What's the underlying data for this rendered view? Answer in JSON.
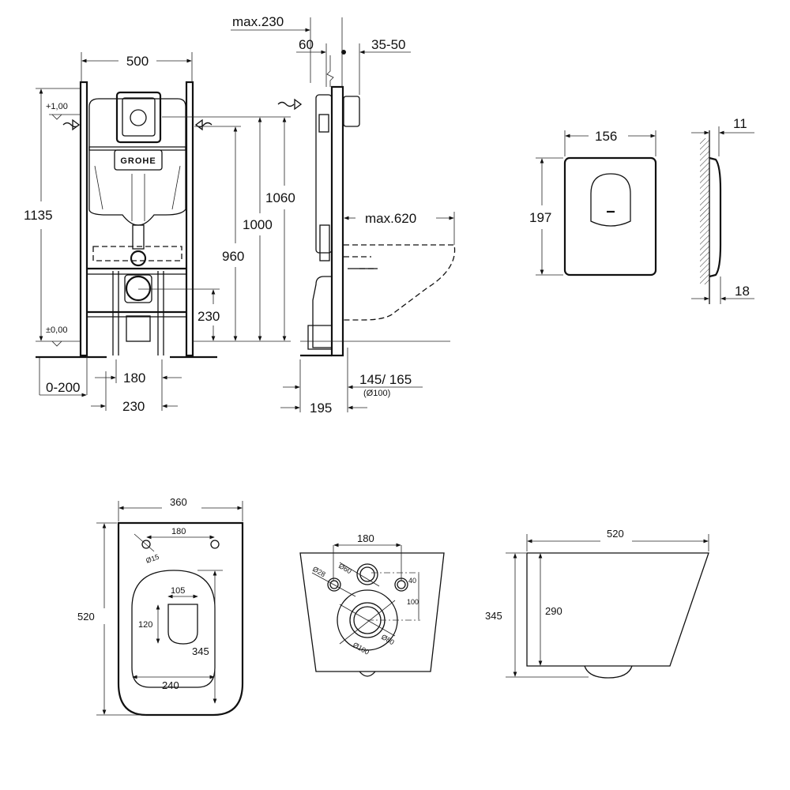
{
  "front_view": {
    "width": "500",
    "height": "1135",
    "level_top": "+1,00",
    "level_floor": "±0,00",
    "h1060": "1060",
    "h1000": "1000",
    "h960": "960",
    "h230": "230",
    "w180": "180",
    "w230": "230",
    "offset": "0-200",
    "brand": "GROHE"
  },
  "side_view": {
    "max230": "max.230",
    "d60": "60",
    "d35_50": "35-50",
    "max620": "max.620",
    "d145_165": "145/ 165",
    "pipe": "(Ø100)",
    "d195": "195"
  },
  "flush_plate": {
    "width": "156",
    "height": "197",
    "depth_top": "11",
    "depth_bottom": "18"
  },
  "bowl_top": {
    "width": "360",
    "length": "520",
    "bolt_spacing": "180",
    "bolt_dia": "Ø15",
    "opening_w": "105",
    "opening_h": "120",
    "inner_len": "345",
    "inner_w": "240"
  },
  "bowl_back": {
    "spacing": "180",
    "d28": "Ø28",
    "d60": "Ø60",
    "d40": "40",
    "d100": "100",
    "d80": "Ø80",
    "d100dia": "Ø100"
  },
  "bowl_side": {
    "length": "520",
    "height": "345",
    "inner_height": "290"
  }
}
